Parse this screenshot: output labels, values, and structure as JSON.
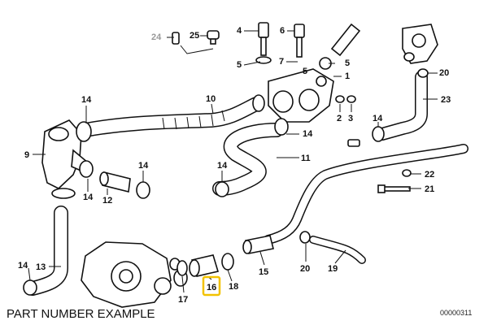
{
  "caption": "PART NUMBER EXAMPLE",
  "diagram_code": "00000311",
  "highlight_color": "#f2c200",
  "labels": {
    "p24": "24",
    "p25": "25",
    "p4": "4",
    "p6": "6",
    "p5a": "5",
    "p5b": "5",
    "p5c": "5",
    "p7": "7",
    "p1": "1",
    "p20a": "20",
    "p23": "23",
    "p14a": "14",
    "p10": "10",
    "p2": "2",
    "p3": "3",
    "p14b": "14",
    "p14c": "14",
    "p9": "9",
    "p11": "11",
    "p14d": "14",
    "p12": "12",
    "p14e": "14",
    "p14f": "14",
    "p22": "22",
    "p21": "21",
    "p14g": "14",
    "p13": "13",
    "p15": "15",
    "p20b": "20",
    "p19": "19",
    "p16": "16",
    "p17": "17",
    "p18": "18"
  }
}
